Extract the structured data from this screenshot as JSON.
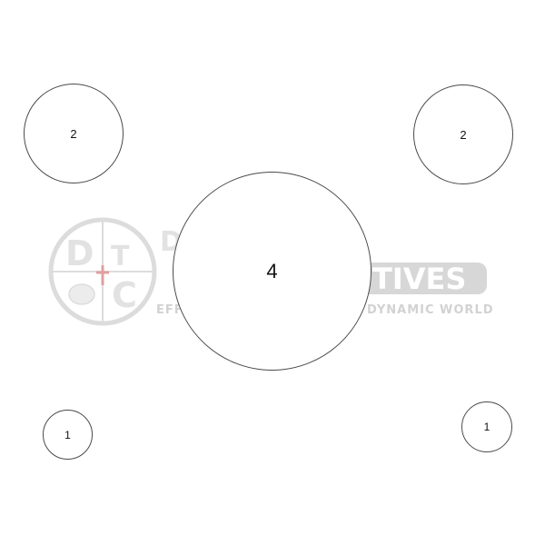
{
  "watermark": {
    "emblem_letters": [
      "D",
      "T",
      "C"
    ],
    "brand_visible_start": "D",
    "brand_visible_end": "TIVES",
    "tagline_visible_start": "EFF",
    "tagline_visible_end": "DYNAMIC WORLD",
    "colors": {
      "ring": "#dcdcdc",
      "fill": "#e2e2e2",
      "cross": "#e0a0a0"
    }
  },
  "targets": [
    {
      "id": "center",
      "label": "4"
    },
    {
      "id": "top-left",
      "label": "2"
    },
    {
      "id": "top-right",
      "label": "2"
    },
    {
      "id": "bottom-left",
      "label": "1"
    },
    {
      "id": "bottom-right",
      "label": "1"
    }
  ],
  "colors": {
    "background": "#ffffff",
    "circle_stroke": "#4a4a4a",
    "text": "#111111"
  }
}
